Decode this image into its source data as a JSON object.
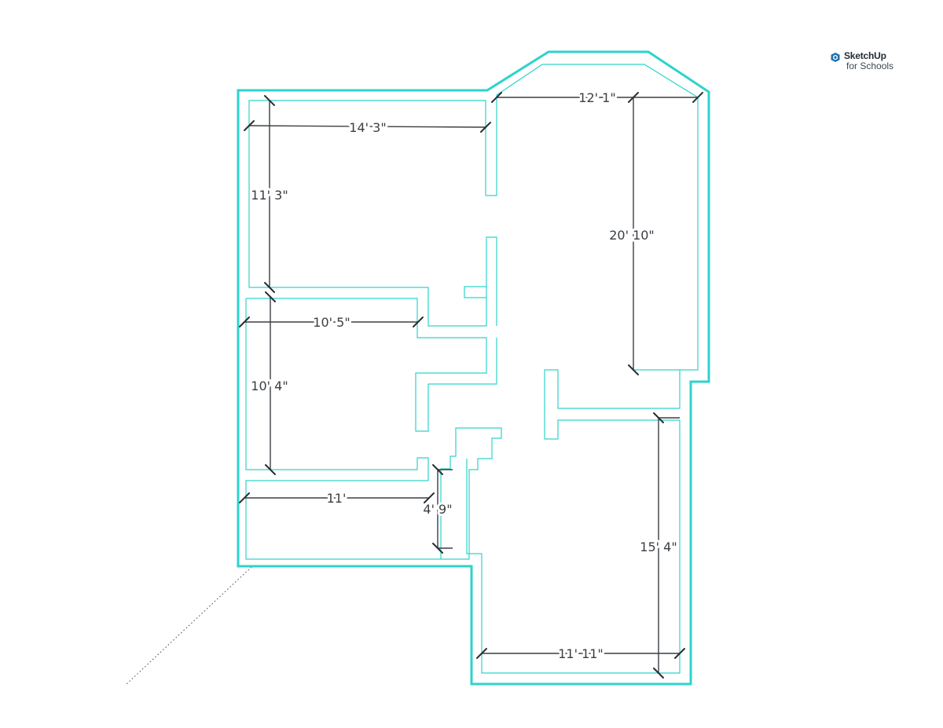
{
  "brand": {
    "name": "SketchUp",
    "tagline": "for Schools",
    "icon": "sketchup-logo-icon",
    "color": "#1f6fb0"
  },
  "colors": {
    "wall": "#2ed3cc",
    "dimension": "#3a3f44"
  },
  "dimensions": [
    {
      "id": "bedroom1-width",
      "label": "14' 3\""
    },
    {
      "id": "bedroom1-depth",
      "label": "11' 3\""
    },
    {
      "id": "living-width",
      "label": "12' 1\""
    },
    {
      "id": "living-depth",
      "label": "20' 10\""
    },
    {
      "id": "bedroom2-width",
      "label": "10' 5\""
    },
    {
      "id": "bedroom2-depth",
      "label": "10' 4\""
    },
    {
      "id": "bath-width",
      "label": "11'"
    },
    {
      "id": "bath-depth",
      "label": "4' 9\""
    },
    {
      "id": "kitchen-depth",
      "label": "15' 4\""
    },
    {
      "id": "kitchen-width",
      "label": "11' 11\""
    }
  ]
}
